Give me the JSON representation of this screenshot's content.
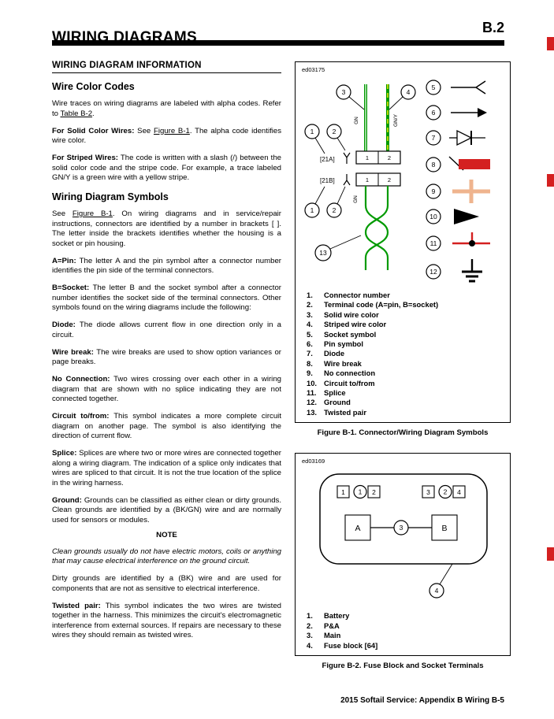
{
  "header": {
    "title": "WIRING DIAGRAMS",
    "section_number": "B.2"
  },
  "left": {
    "section_heading": "WIRING DIAGRAM INFORMATION",
    "h_wire_color": "Wire Color Codes",
    "p1": [
      {
        "t": "Wire traces on wiring diagrams are labeled with alpha codes. Refer to "
      },
      {
        "t": "Table B-2",
        "u": 1
      },
      {
        "t": "."
      }
    ],
    "p2": [
      {
        "t": "For Solid Color Wires:",
        "b": 1
      },
      {
        "t": " See "
      },
      {
        "t": "Figure B-1",
        "u": 1
      },
      {
        "t": ". The alpha code identifies wire color."
      }
    ],
    "p3": [
      {
        "t": "For Striped Wires:",
        "b": 1
      },
      {
        "t": " The code is written with a slash (/) between the solid color code and the stripe code. For example, a trace labeled GN/Y is a green wire with a yellow stripe."
      }
    ],
    "h_symbols": "Wiring Diagram Symbols",
    "p4": [
      {
        "t": "See "
      },
      {
        "t": "Figure B-1",
        "u": 1
      },
      {
        "t": ". On wiring diagrams and in service/repair instructions, connectors are identified by a number in brackets [ ]. The letter inside the brackets identifies whether the housing is a socket or pin housing."
      }
    ],
    "p5": [
      {
        "t": "A=Pin:",
        "b": 1
      },
      {
        "t": " The letter A and the pin symbol after a connector number identifies the pin side of the terminal connectors."
      }
    ],
    "p6": [
      {
        "t": "B=Socket:",
        "b": 1
      },
      {
        "t": " The letter B and the socket symbol after a connector number identifies the socket side of the terminal connectors. Other symbols found on the wiring diagrams include the following:"
      }
    ],
    "p7": [
      {
        "t": "Diode:",
        "b": 1
      },
      {
        "t": " The diode allows current flow in one direction only in a circuit."
      }
    ],
    "p8": [
      {
        "t": "Wire break:",
        "b": 1
      },
      {
        "t": " The wire breaks are used to show option variances or page breaks."
      }
    ],
    "p9": [
      {
        "t": "No Connection:",
        "b": 1
      },
      {
        "t": " Two wires crossing over each other in a wiring diagram that are shown with no splice indicating they are not connected together."
      }
    ],
    "p10": [
      {
        "t": "Circuit to/from:",
        "b": 1
      },
      {
        "t": " This symbol indicates a more complete circuit diagram on another page. The symbol is also identifying the direction of current flow."
      }
    ],
    "p11": [
      {
        "t": "Splice:",
        "b": 1
      },
      {
        "t": " Splices are where two or more wires are connected together along a wiring diagram. The indication of a splice only indicates that wires are spliced to that circuit. It is not the true location of the splice in the wiring harness."
      }
    ],
    "p12": [
      {
        "t": "Ground:",
        "b": 1
      },
      {
        "t": " Grounds can be classified as either clean or dirty grounds. Clean grounds are identified by a (BK/GN) wire and are normally used for sensors or modules."
      }
    ],
    "note_label": "NOTE",
    "note_text": "Clean grounds usually do not have electric motors, coils or anything that may cause electrical interference on the ground circuit.",
    "p13": [
      {
        "t": "Dirty grounds are identified by a (BK) wire and are used for components that are not as sensitive to electrical interference."
      }
    ],
    "p14": [
      {
        "t": "Twisted pair:",
        "b": 1
      },
      {
        "t": " This symbol indicates the two wires are twisted together in the harness. This minimizes the circuit's electromagnetic interference from external sources. If repairs are necessary to these wires they should remain as twisted wires."
      }
    ]
  },
  "figure_b1": {
    "code": "ed03175",
    "caption": "Figure B-1. Connector/Wiring Diagram Symbols",
    "labels": {
      "connector_a": "[21A]",
      "connector_b": "[21B]",
      "cell1": "1",
      "cell2": "2",
      "wire_left": "GN",
      "wire_right": "GN/Y"
    },
    "callouts": [
      "1",
      "2",
      "3",
      "4",
      "5",
      "6",
      "7",
      "8",
      "9",
      "10",
      "11",
      "12",
      "13"
    ],
    "legend": [
      {
        "n": "1.",
        "t": "Connector number"
      },
      {
        "n": "2.",
        "t": "Terminal code (A=pin, B=socket)"
      },
      {
        "n": "3.",
        "t": "Solid wire color"
      },
      {
        "n": "4.",
        "t": "Striped wire color"
      },
      {
        "n": "5.",
        "t": "Socket symbol"
      },
      {
        "n": "6.",
        "t": "Pin symbol"
      },
      {
        "n": "7.",
        "t": "Diode"
      },
      {
        "n": "8.",
        "t": "Wire break"
      },
      {
        "n": "9.",
        "t": "No connection"
      },
      {
        "n": "10.",
        "t": "Circuit to/from"
      },
      {
        "n": "11.",
        "t": "Splice"
      },
      {
        "n": "12.",
        "t": "Ground"
      },
      {
        "n": "13.",
        "t": "Twisted pair"
      }
    ]
  },
  "figure_b2": {
    "code": "ed03169",
    "caption": "Figure B-2. Fuse Block and Socket Terminals",
    "labels": {
      "t1": "1",
      "t2": "2",
      "t3": "3",
      "t4": "4",
      "a": "A",
      "b": "B"
    },
    "callouts": [
      "1",
      "2",
      "3",
      "4"
    ],
    "legend": [
      {
        "n": "1.",
        "t": "Battery"
      },
      {
        "n": "2.",
        "t": "P&A"
      },
      {
        "n": "3.",
        "t": "Main"
      },
      {
        "n": "4.",
        "t": "Fuse block [64]"
      }
    ]
  },
  "footer": {
    "text": "2015 Softail Service: Appendix B Wiring B-5"
  },
  "colors": {
    "wire_green": "#009a00",
    "stripe_yellow": "#f5e400",
    "mark_red": "#d42020",
    "nc_tan": "#efb48e"
  }
}
